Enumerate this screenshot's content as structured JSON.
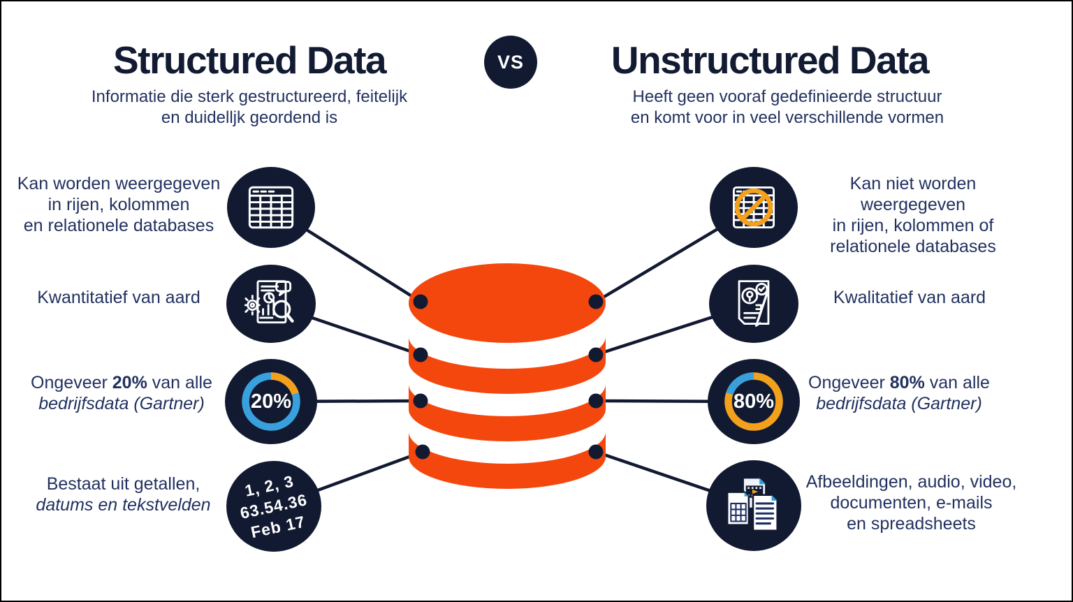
{
  "colors": {
    "navy": "#121a31",
    "heading_text": "#131b33",
    "body_text": "#22315f",
    "database_orange": "#f4470e",
    "donut_blue": "#38a1dd",
    "accent_amber": "#f3a11d",
    "file_corner_blue": "#2f9fd8",
    "icon_stroke": "#ffffff",
    "background": "#ffffff"
  },
  "header": {
    "left_title": "Structured Data",
    "left_subtitle1": "Informatie die sterk gestructureerd, feitelijk",
    "left_subtitle2": "en duidelljk geordend is",
    "vs_badge": "VS",
    "right_title": "Unstructured Data",
    "right_subtitle1": "Heeft geen vooraf gedefinieerde structuur",
    "right_subtitle2": "en komt voor in veel verschillende vormen"
  },
  "left": {
    "row1": {
      "line1": "Kan worden weergegeven",
      "line2": "in rijen, kolommen",
      "line3": "en relationele databases",
      "icon": "table-icon"
    },
    "row2": {
      "line1": "Kwantitatief van aard",
      "icon": "analytics-report-icon"
    },
    "row3": {
      "pre": "Ongeveer ",
      "value": "20%",
      "post": " van alle",
      "line2": "bedrijfsdata (Gartner)",
      "icon": "donut-chart-20-icon",
      "donut_value": "20%"
    },
    "row4": {
      "line1": "Bestaat uit getallen,",
      "line2": "datums en tekstvelden",
      "icon": "numbers-dates-icon",
      "icon_text1": "1, 2, 3",
      "icon_text2": "63.54.36",
      "icon_text3": "Feb 17"
    }
  },
  "right": {
    "row1": {
      "line1": "Kan niet worden weergegeven",
      "line2": "in rijen, kolommen of",
      "line3": "relationele databases",
      "icon": "no-table-icon"
    },
    "row2": {
      "line1": "Kwalitatief van aard",
      "icon": "qualitative-note-icon"
    },
    "row3": {
      "pre": "Ongeveer ",
      "value": "80%",
      "post": " van alle",
      "line2": "bedrijfsdata (Gartner)",
      "icon": "donut-chart-80-icon",
      "donut_value": "80%"
    },
    "row4": {
      "line1": "Afbeeldingen, audio, video,",
      "line2": "documenten, e-mails",
      "line3": "en spreadsheets",
      "icon": "media-files-icon"
    }
  },
  "center_icon": "database-icon"
}
